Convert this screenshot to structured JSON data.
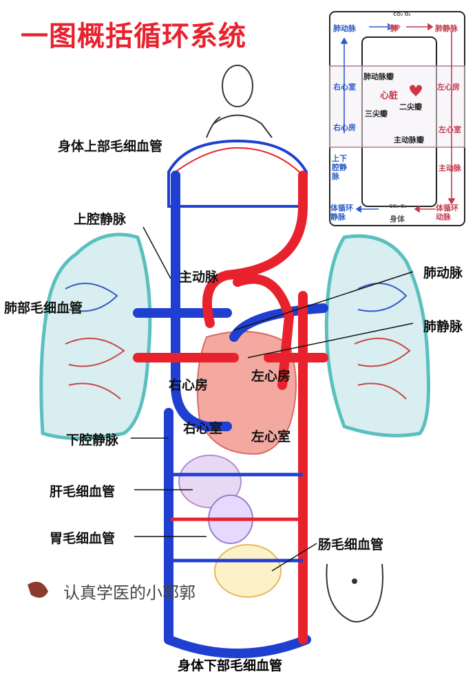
{
  "title": "一图概括循环系统",
  "labels": {
    "upper_cap": "身体上部毛细血管",
    "svc": "上腔静脉",
    "aorta": "主动脉",
    "lung_cap": "肺部毛细血管",
    "pulm_artery": "肺动脉",
    "pulm_vein": "肺静脉",
    "right_atrium": "右心房",
    "left_atrium": "左心房",
    "right_ventricle": "右心室",
    "left_ventricle": "左心室",
    "ivc": "下腔静脉",
    "liver_cap": "肝毛细血管",
    "stomach_cap": "胃毛细血管",
    "intestine_cap": "肠毛细血管",
    "lower_cap": "身体下部毛细血管"
  },
  "flowchart": {
    "pulm_artery": "肺动脉",
    "lung": "肺",
    "pulm_vein": "肺静脉",
    "right_ventricle": "右心室",
    "heart": "心脏",
    "left_atrium": "左心房",
    "right_atrium": "右心房",
    "left_ventricle": "左心室",
    "vena_cava": "上下腔静脉",
    "aorta": "主动脉",
    "sys_vein": "体循环静脉",
    "body": "身体",
    "sys_artery": "体循环动脉",
    "pulm_valve": "肺动脉瓣",
    "tricuspid": "三尖瓣",
    "mitral": "二尖瓣",
    "aortic_valve": "主动脉瓣",
    "gas_top": "CO₂ O₂",
    "gas_bottom": "CO₂ O₂"
  },
  "watermark": "认真学医的小郭郭",
  "colors": {
    "artery": "#e8222d",
    "vein": "#1f3fd0",
    "lung": "#7cc7c7",
    "title": "#e8222d"
  }
}
